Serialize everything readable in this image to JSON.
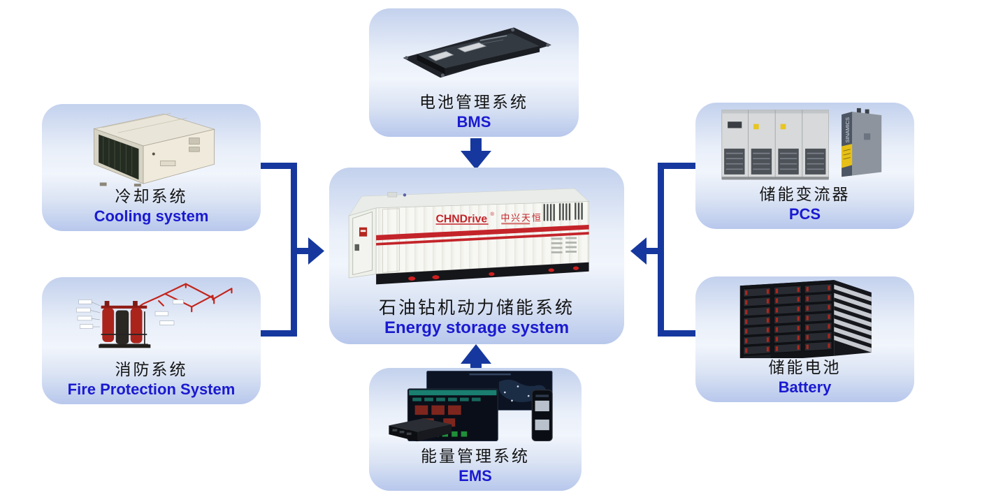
{
  "colors": {
    "arrow_blue": "#16389E",
    "en_text_blue": "#1A1AD0",
    "zh_text_black": "#141414",
    "box_top": "#C3D1ED",
    "box_mid": "#F1F5FC",
    "box_bottom": "#B7C7EC",
    "brand_red": "#C3242A",
    "stripe_red": "#C3242A"
  },
  "nodes": {
    "bms": {
      "zh": "电池管理系统",
      "en": "BMS",
      "image": "battery-management-controller"
    },
    "cooling": {
      "zh": "冷却系统",
      "en": "Cooling system",
      "image": "industrial-cooling-unit"
    },
    "fire": {
      "zh": "消防系统",
      "en": "Fire Protection System",
      "image": "fire-suppression-cylinders-and-piping"
    },
    "pcs": {
      "zh": "储能变流器",
      "en": "PCS",
      "image": "power-conversion-cabinets",
      "device_label": "SINAMICS"
    },
    "battery": {
      "zh": "储能电池",
      "en": "Battery",
      "image": "battery-rack"
    },
    "ems": {
      "zh": "能量管理系统",
      "en": "EMS",
      "image": "energy-monitoring-screens"
    }
  },
  "center": {
    "zh": "石油钻机动力储能系统",
    "en": "Energy storage system",
    "container_brand": "CHNDrive",
    "container_brand_mark": "®",
    "container_brand_zh": "中兴天恒"
  }
}
